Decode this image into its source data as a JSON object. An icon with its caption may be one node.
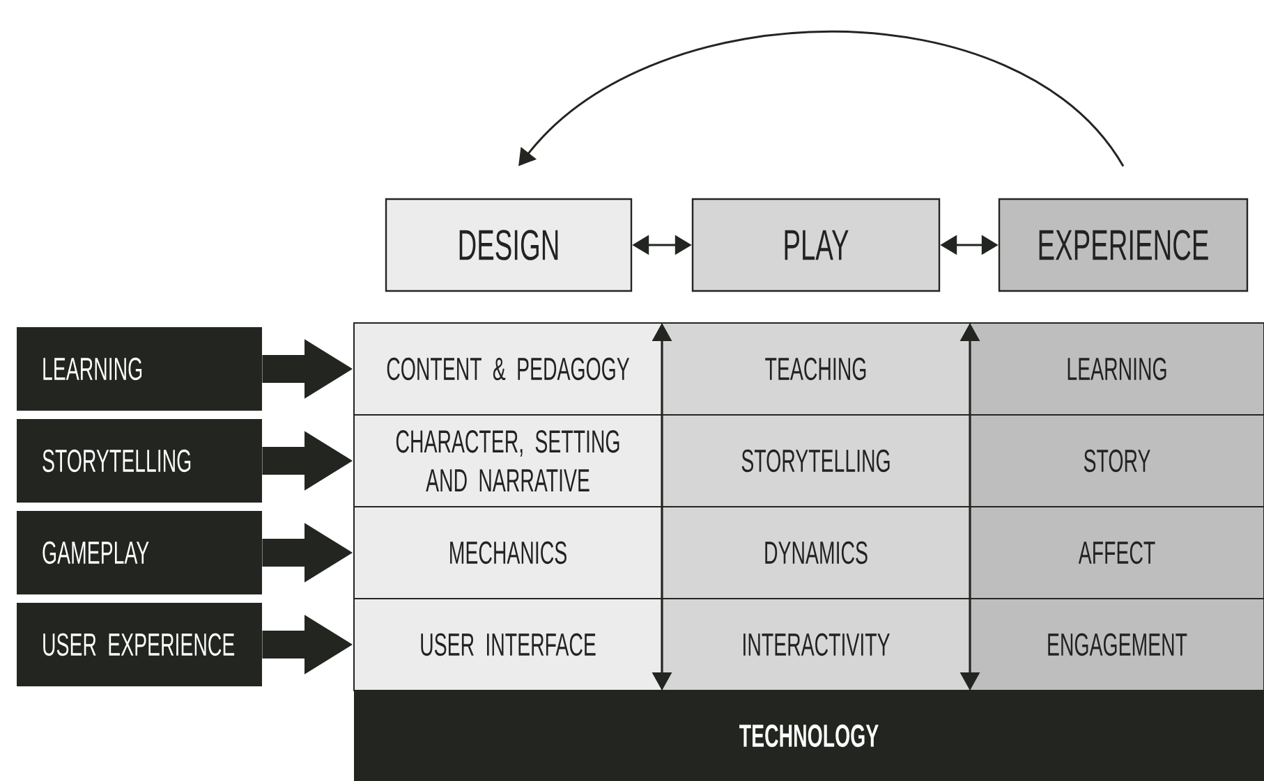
{
  "diagram": {
    "nodes": [
      {
        "text": [
          "DESIGN"
        ]
      },
      {
        "text": [
          "PLAY"
        ]
      },
      {
        "text": [
          "EXPERIENCE"
        ]
      },
      {
        "text": [
          "LEARNING"
        ]
      },
      {
        "text": [
          "STORYTELLING"
        ]
      },
      {
        "text": [
          "GAMEPLAY"
        ]
      },
      {
        "text": [
          "USER EXPERIENCE"
        ]
      },
      {
        "text": [
          "CONTENT & PEDAGOGY"
        ]
      },
      {
        "text": [
          "TEACHING"
        ]
      },
      {
        "text": [
          "LEARNING"
        ]
      },
      {
        "text": [
          "CHARACTER, SETTING AND NARRATIVE"
        ]
      },
      {
        "text": [
          "STORYTELLING"
        ]
      },
      {
        "text": [
          "STORY"
        ]
      },
      {
        "text": [
          "MECHANICS"
        ]
      },
      {
        "text": [
          "DYNAMICS"
        ]
      },
      {
        "text": [
          "AFFECT"
        ]
      },
      {
        "text": [
          "USER INTERFACE"
        ]
      },
      {
        "text": [
          "INTERACTIVITY"
        ]
      },
      {
        "text": [
          "ENGAGEMENT"
        ]
      },
      {
        "text": [
          "TECHNOLOGY"
        ]
      }
    ],
    "edges": [
      {
        "from": 0,
        "to": 1,
        "arrow": "both"
      },
      {
        "from": 1,
        "to": 2,
        "arrow": "both"
      },
      {
        "from": 2,
        "to": 0,
        "arrow": "to"
      },
      {
        "from": 3,
        "to": 7,
        "arrow": "to"
      },
      {
        "from": 4,
        "to": 10,
        "arrow": "to"
      },
      {
        "from": 5,
        "to": 13,
        "arrow": "to"
      },
      {
        "from": 6,
        "to": 16,
        "arrow": "to"
      }
    ]
  }
}
